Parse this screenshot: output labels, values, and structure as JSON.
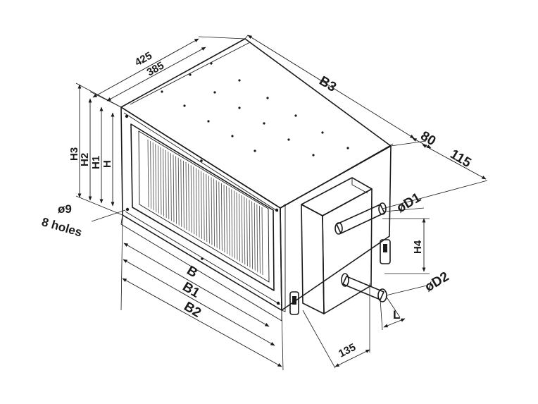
{
  "labels": {
    "d425": "425",
    "d385": "385",
    "b3": "B3",
    "d80": "80",
    "d115": "115",
    "h3": "H3",
    "h2": "H2",
    "h1": "H1",
    "h": "H",
    "hole_dia": "ø9",
    "hole_count": "8 holes",
    "d1": "øD1",
    "h4": "H4",
    "d2": "øD2",
    "b": "B",
    "b1": "B1",
    "b2": "B2",
    "l": "L",
    "d135": "135"
  }
}
